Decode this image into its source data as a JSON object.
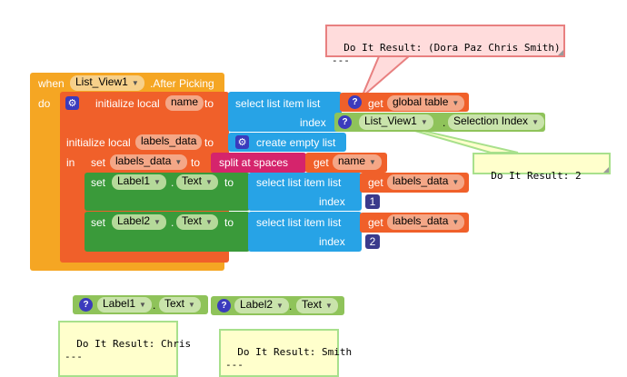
{
  "event_block": {
    "when_label": "when",
    "component": "List_View1",
    "event": ".After Picking",
    "do_label": "do"
  },
  "init_name": {
    "label": "initialize local",
    "var_name": "name",
    "to_label": "to",
    "select_label": "select list item  list",
    "index_label": "index",
    "get_label": "get",
    "get_var": "global table",
    "index_component": "List_View1",
    "index_property": "Selection Index"
  },
  "init_labels": {
    "label": "initialize local",
    "var_name": "labels_data",
    "to_label": "to",
    "create_label": "create empty list",
    "in_label": "in"
  },
  "set_labels_data": {
    "set_label": "set",
    "var_name": "labels_data",
    "to_label": "to",
    "split_label": "split at spaces",
    "get_label": "get",
    "get_var": "name"
  },
  "set_label1": {
    "set_label": "set",
    "component": "Label1",
    "property": "Text",
    "to_label": "to",
    "select_label": "select list item  list",
    "get_label": "get",
    "get_var": "labels_data",
    "index_label": "index",
    "index_value": "1"
  },
  "set_label2": {
    "set_label": "set",
    "component": "Label2",
    "property": "Text",
    "to_label": "to",
    "select_label": "select list item  list",
    "get_label": "get",
    "get_var": "labels_data",
    "index_label": "index",
    "index_value": "2"
  },
  "getter_label1": {
    "component": "Label1",
    "property": "Text"
  },
  "getter_label2": {
    "component": "Label2",
    "property": "Text"
  },
  "notes": {
    "table_result": "Do It Result: (Dora Paz Chris Smith)\n---",
    "index_result": "Do It Result: 2",
    "label1_result": "Do It Result: Chris\n---",
    "label2_result": "Do It Result: Smith\n---"
  },
  "colors": {
    "event": "#f5a623",
    "variable": "#f0602a",
    "list": "#27a3e6",
    "component_set": "#3a9a3a",
    "component_get": "#8fc35a",
    "text": "#d5246c",
    "math": "#3a3a8c",
    "dropdown": "#f4a787"
  }
}
